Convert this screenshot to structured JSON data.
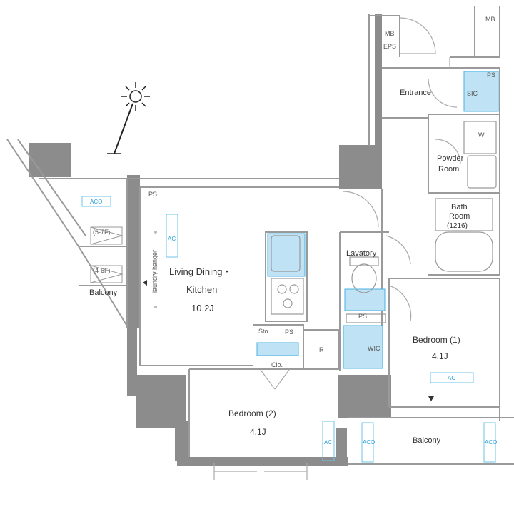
{
  "rooms": {
    "ldk_line1": "Living Dining・",
    "ldk_line2": "Kitchen",
    "ldk_size": "10.2J",
    "bedroom1": "Bedroom (1)",
    "bedroom1_size": "4.1J",
    "bedroom2": "Bedroom (2)",
    "bedroom2_size": "4.1J",
    "entrance": "Entrance",
    "powder_line1": "Powder",
    "powder_line2": "Room",
    "bath_line1": "Bath",
    "bath_line2": "Room",
    "bath_size": "(1216)",
    "lavatory": "Lavatory",
    "balcony_left": "Balcony",
    "balcony_bottom": "Balcony"
  },
  "tags": {
    "mb_left": "MB",
    "eps": "EPS",
    "mb_right": "MB",
    "ps_entrance": "PS",
    "ps_ldk": "PS",
    "ps_kitchen": "PS",
    "ps_lavatory": "PS",
    "sic": "SIC",
    "w": "W",
    "wic": "WIC",
    "sto": "Sto.",
    "clo": "Clo.",
    "r": "R",
    "ac_ldk": "AC",
    "ac_bed1": "AC",
    "ac_bed2": "AC",
    "aco_left": "ACO",
    "aco_bottom_left": "ACO",
    "aco_bottom_right": "ACO",
    "laundry": "laundry hanger",
    "floors_a": "(5-7F)",
    "floors_b": "(4-6F)"
  },
  "colors": {
    "wall": "#8c8c8c",
    "line": "#9a9a9a",
    "accent": "#bfe3f5",
    "accent_line": "#4ab0e0"
  }
}
